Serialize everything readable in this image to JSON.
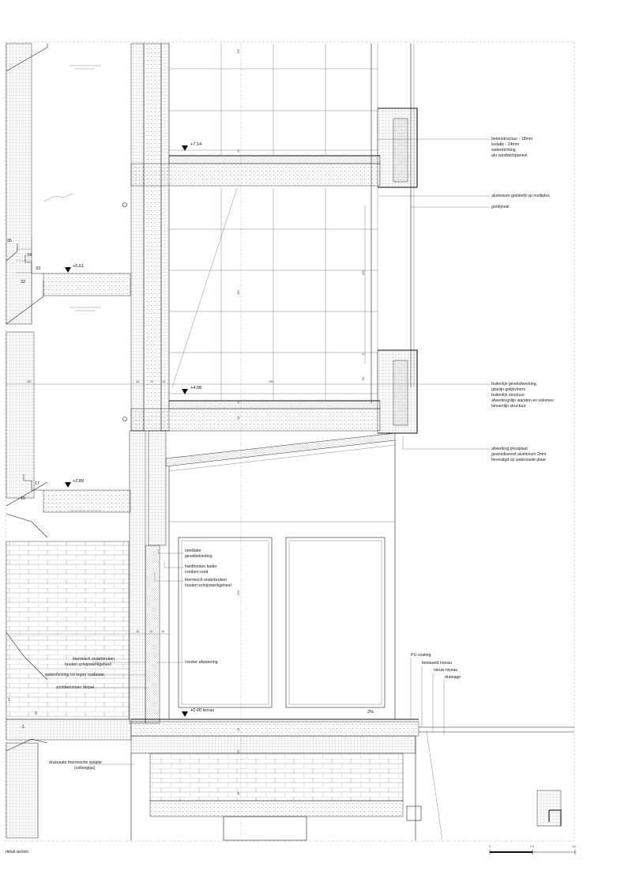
{
  "levels": {
    "l714": "+7.14",
    "l561": "+5.61",
    "l408": "+4.08",
    "l289": "+2.89",
    "l000": "+0.00 terras"
  },
  "stair_numbers": [
    "35",
    "34",
    "33",
    "32",
    "17",
    "16",
    "1",
    "0",
    "-1"
  ],
  "dimensions": {
    "d200_top": "200",
    "d41": "41",
    "d200_right": "200",
    "d283": "283",
    "d8": "8",
    "d50": "50",
    "d257": "257",
    "d16a": "16",
    "d10a": "10",
    "d10b": "10",
    "d285": "285",
    "d15": "15",
    "d28": "28",
    "d231": "231",
    "d16b": "16",
    "d10c": "10",
    "d16c": "16",
    "d20": "20",
    "d38": "38",
    "d15b": "15",
    "pct": "2%"
  },
  "annotations_right": {
    "a1": [
      "betonstructuur - 18mm",
      "isolatie - 24mm",
      "waterdichting",
      "alu sandwichpaneel"
    ],
    "a2": [
      "aluminium gekleefd op multiplex"
    ],
    "a3": [
      "gordijnrail"
    ],
    "a4": [
      "buitenlijn gevelafwerking,",
      "glaslijn gelijkvloers",
      "buitenlijn structuur",
      "afwerkingslijn wanden en volumes",
      "binnenlijn structuur"
    ],
    "a5": [
      "afwerking plooiplaat",
      "geanodiseerd aluminium 2mm",
      "bevestigd op watervaste plaat"
    ],
    "a6": [
      "PU coating"
    ],
    "a7": [
      "bestaand niveau"
    ],
    "a8": [
      "nieuw niveau"
    ],
    "a9": [
      "drainage"
    ]
  },
  "annotations_mid": {
    "m1": [
      "ventilatie",
      "gevelbekleding"
    ],
    "m2": [
      "hardhouten kader",
      "rondom rond"
    ],
    "m3": [
      "thermisch onderbroken",
      "houten schrijnwerkgeheel"
    ],
    "m4": [
      "rooster afwatering"
    ]
  },
  "annotations_left": {
    "l1": [
      "thermisch onderbroken",
      "houten schrijnwerkgeheel"
    ],
    "l2": [
      "waterdichting tot tegen ruwbouw"
    ],
    "l3": [
      "zichtbetonnen dorpel"
    ],
    "l4": [
      "drukvaste thermische isolatie",
      "(cellenglas)"
    ]
  },
  "caption": "detail section",
  "scale_bar": {
    "s0": "0",
    "s05": "0.5",
    "s1": "1m"
  }
}
